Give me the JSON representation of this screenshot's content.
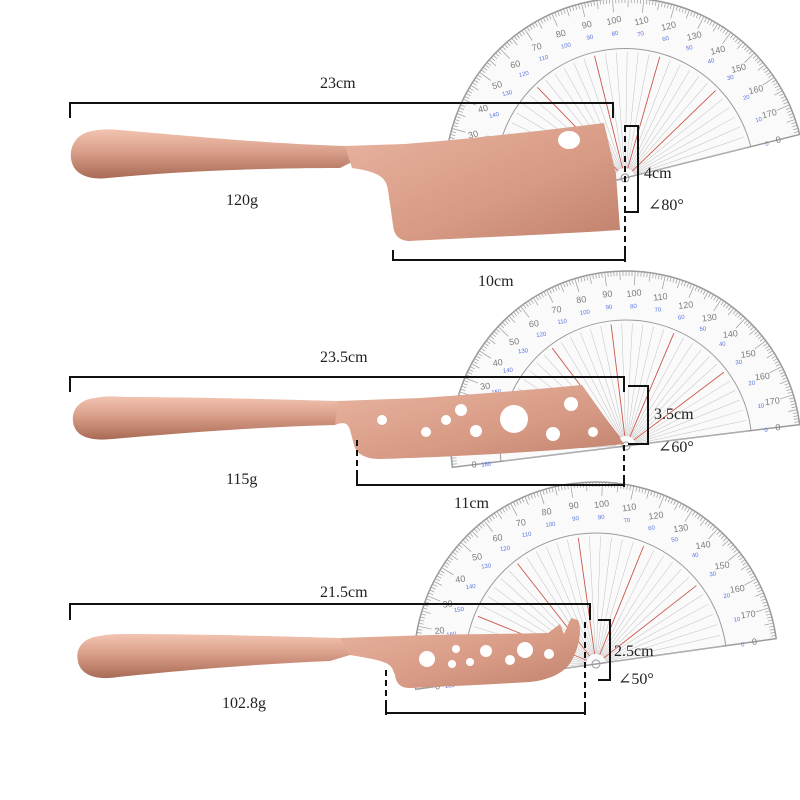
{
  "knives": [
    {
      "name": "cleaver",
      "length": "23cm",
      "weight": "120g",
      "blade_length": "10cm",
      "blade_height": "4cm",
      "edge_angle": "∠80°"
    },
    {
      "name": "cheese-holes",
      "length": "23.5cm",
      "weight": "115g",
      "blade_length": "11cm",
      "blade_height": "3.5cm",
      "edge_angle": "∠60°"
    },
    {
      "name": "fork-tip",
      "length": "21.5cm",
      "weight": "102.8g",
      "blade_length": "",
      "blade_height": "2.5cm",
      "edge_angle": "∠50°"
    }
  ],
  "colors": {
    "rose_gold": "#d79a84",
    "rose_gold_dark": "#a86a55",
    "rose_gold_light": "#f2c4b1",
    "dimension_line": "#111111",
    "protractor_line": "#8a8a8a",
    "protractor_red": "#c0392b",
    "protractor_blue": "#3b5bdb"
  }
}
